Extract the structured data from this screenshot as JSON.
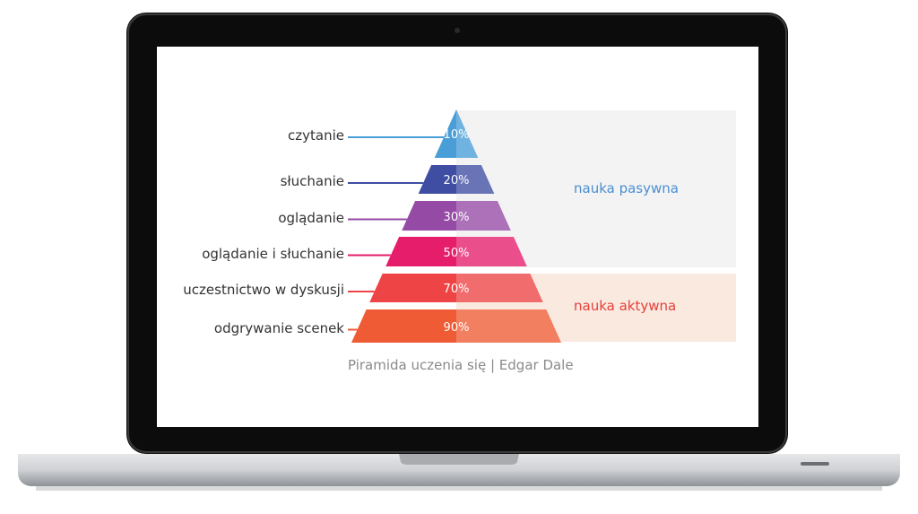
{
  "pyramid": {
    "levels": [
      {
        "label": "czytanie",
        "value": "10%",
        "color": "#4a9ed8"
      },
      {
        "label": "słuchanie",
        "value": "20%",
        "color": "#3f4ea3"
      },
      {
        "label": "oglądanie",
        "value": "30%",
        "color": "#954aa5"
      },
      {
        "label": "oglądanie i słuchanie",
        "value": "50%",
        "color": "#e51d6b"
      },
      {
        "label": "uczestnictwo w dyskusji",
        "value": "70%",
        "color": "#ee4445"
      },
      {
        "label": "odgrywanie scenek",
        "value": "90%",
        "color": "#ef5b34"
      }
    ],
    "zones": {
      "passive": {
        "label": "nauka pasywna",
        "color": "#4a8fd0"
      },
      "active": {
        "label": "nauka aktywna",
        "color": "#e6403a"
      }
    },
    "caption": "Piramida uczenia się  | Edgar Dale"
  }
}
